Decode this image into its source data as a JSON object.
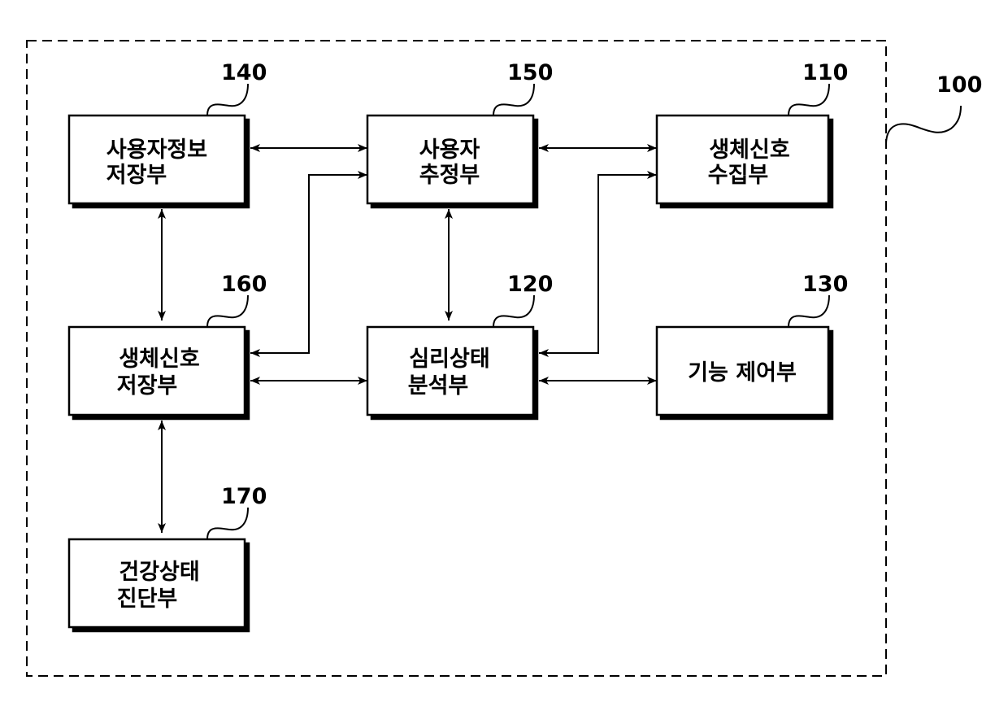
{
  "system": {
    "ref": "100"
  },
  "blocks": {
    "user_info_storage": {
      "ref": "140",
      "line1": "사용자정보",
      "line2": "저장부"
    },
    "user_estimation": {
      "ref": "150",
      "line1": "사용자",
      "line2": "추정부"
    },
    "biosignal_collection": {
      "ref": "110",
      "line1": "생체신호",
      "line2": "수집부"
    },
    "biosignal_storage": {
      "ref": "160",
      "line1": "생체신호",
      "line2": "저장부"
    },
    "psych_state_analysis": {
      "ref": "120",
      "line1": "심리상태",
      "line2": "분석부"
    },
    "function_control": {
      "ref": "130",
      "line1": "기능 제어부"
    },
    "health_diagnosis": {
      "ref": "170",
      "line1": "건강상태",
      "line2": "진단부"
    }
  }
}
